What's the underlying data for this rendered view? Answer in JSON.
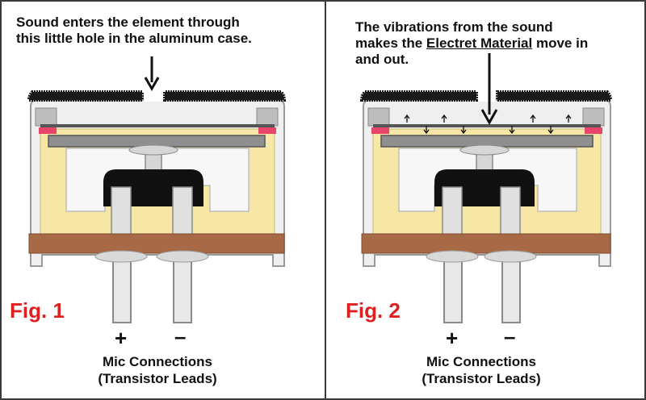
{
  "fig1": {
    "caption_line1": "Sound enters the element through",
    "caption_line2": "this little hole in the aluminum case.",
    "label": "Fig. 1",
    "plus": "+",
    "minus": "–",
    "conn_line1": "Mic Connections",
    "conn_line2": "(Transistor Leads)"
  },
  "fig2": {
    "caption_line1": "The vibrations from the sound",
    "caption_line2_pre": "makes the ",
    "caption_line2_link": "Electret Material",
    "caption_line2_post": " move in",
    "caption_line3": "and out.",
    "label": "Fig. 2",
    "plus": "+",
    "minus": "–",
    "conn_line1": "Mic Connections",
    "conn_line2": "(Transistor Leads)"
  },
  "colors": {
    "case": "#efefef",
    "case_outline": "#9a9a9a",
    "insulation": "#f6e7a6",
    "board": "#a86a46",
    "transistor": "#111111",
    "felt": "#1a1a1a",
    "pad": "#e8456a",
    "fig_label": "#e02020"
  }
}
